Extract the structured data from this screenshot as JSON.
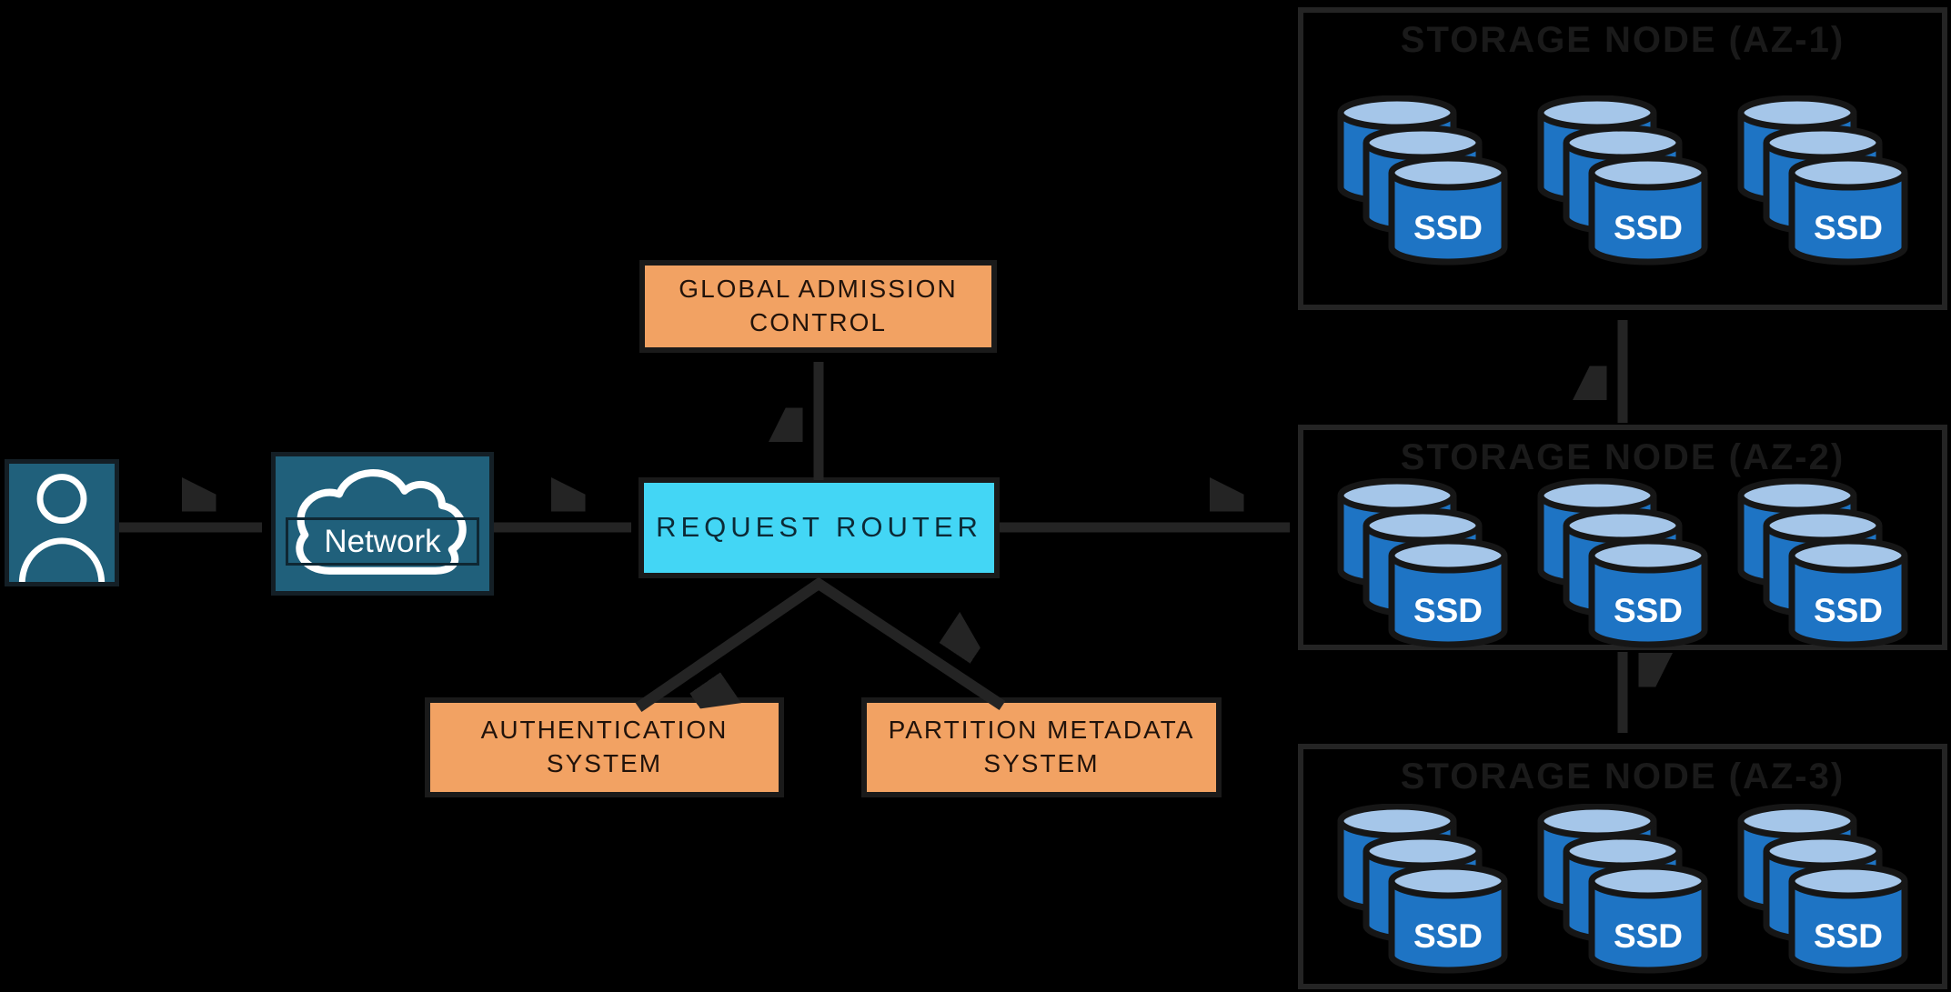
{
  "network": {
    "label": "Network"
  },
  "systems": {
    "global_admission_control": "GLOBAL ADMISSION CONTROL",
    "request_router": "REQUEST ROUTER",
    "authentication_system": "AUTHENTICATION SYSTEM",
    "partition_metadata_system": "PARTITION METADATA SYSTEM"
  },
  "storage": {
    "ssd_label": "SSD",
    "stacks_per_node": 3,
    "nodes": [
      {
        "title": "STORAGE NODE (AZ-1)"
      },
      {
        "title": "STORAGE NODE (AZ-2)"
      },
      {
        "title": "STORAGE NODE (AZ-3)"
      }
    ]
  },
  "colors": {
    "background": "#000000",
    "accent_orange": "#f2a263",
    "accent_cyan": "#43d6f5",
    "panel_teal": "#20607b",
    "cylinder_blue": "#1e74c4",
    "cylinder_top_blue": "#a5c6e9",
    "connector_dark": "#242424",
    "label_on_light": "#21130b",
    "white": "#ffffff"
  }
}
